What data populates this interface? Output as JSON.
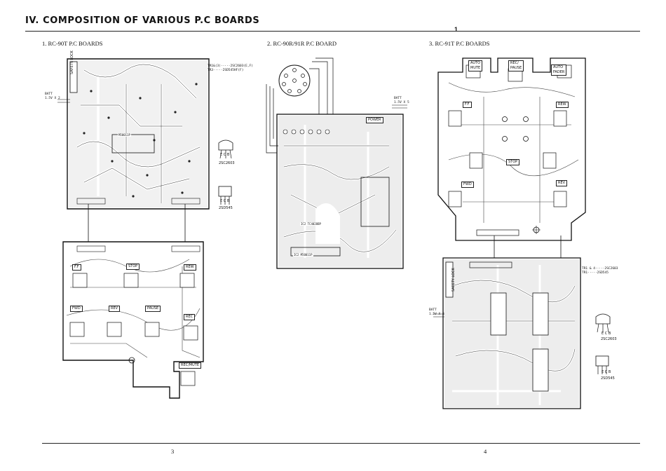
{
  "header": {
    "title": "IV.  COMPOSITION OF VARIOUS P.C BOARDS",
    "corner_mark": "1"
  },
  "sections": {
    "s1": "1.  RC-90T P.C BOARDS",
    "s2": "2.  RC-90R/91R P.C BOARD",
    "s3": "3.  RC-91T P.C BOARDS"
  },
  "board1": {
    "tr_note": "TR1&(3)·····2SC2603(E,F)\nTR3·····2SD545HF(F)",
    "batt": "BATT\n1.5V X 2",
    "safety_lock": "SAFETY LOCK",
    "ic_label": "M50011P",
    "buttons": [
      "F.F",
      "STOP",
      "REW",
      "FWD",
      "REV",
      "PAUSE",
      "REC",
      "REC/MUTE"
    ],
    "transistors": [
      "2SC2603",
      "2SD545"
    ],
    "pin_labels": [
      "E C B",
      "E C B"
    ]
  },
  "board2": {
    "batt": "BATT\n1.5V X 5",
    "power": "POWER",
    "ic1": "IC2  TC4028BP",
    "ic2": "IC2  M50011P"
  },
  "board3": {
    "tr_note": "TR1 & 4·····2SC2603\nTR1·····2SD545",
    "batt": "BATT\n1.5V X 2",
    "safety_lock": "SAFETY LOCK",
    "top_buttons": [
      "AUTO\nMUTE",
      "REC/\nPAUSE",
      "AUTO\nFADER"
    ],
    "buttons": [
      "F.F",
      "REW",
      "STOP",
      "FWD",
      "REV"
    ],
    "transistors": [
      "2SC2603",
      "2SD545"
    ],
    "pin_labels": [
      "E C B",
      "E C B"
    ]
  },
  "footer": {
    "page_left": "3",
    "page_right": "4"
  }
}
